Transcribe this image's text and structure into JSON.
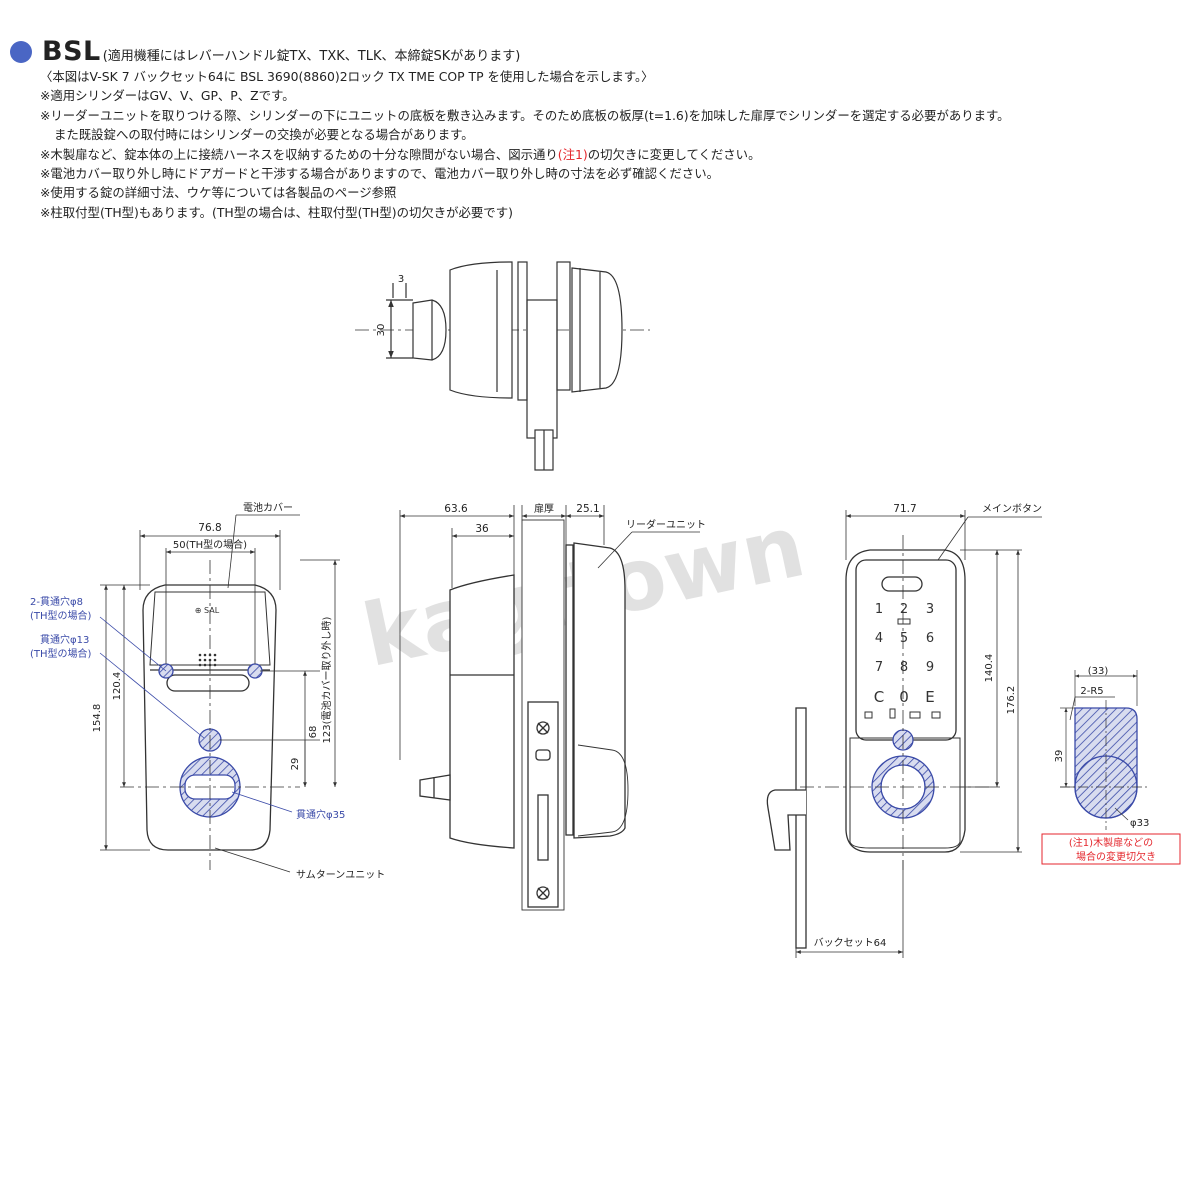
{
  "header": {
    "title": "BSL",
    "title_note": "(適用機種にはレバーハンドル錠TX、TXK、TLK、本締錠SKがあります)",
    "subtitle": "〈本図はV-SK 7 バックセット64に BSL 3690(8860)2ロック TX TME COP TP を使用した場合を示します。〉",
    "notes": [
      "※適用シリンダーはGV、V、GP、P、Zです。",
      "※リーダーユニットを取りつける際、シリンダーの下にユニットの底板を敷き込みます。そのため底板の板厚(t=1.6)を加味した扉厚でシリンダーを選定する必要があります。",
      "また既設錠への取付時にはシリンダーの交換が必要となる場合があります。"
    ],
    "note4_pre": "※木製扉など、錠本体の上に接続ハーネスを収納するための十分な隙間がない場合、図示通り",
    "note4_red": "(注1)",
    "note4_post": "の切欠きに変更してください。",
    "notes2": [
      "※電池カバー取り外し時にドアガードと干渉する場合がありますので、電池カバー取り外し時の寸法を必ず確認ください。",
      "※使用する錠の詳細寸法、ウケ等については各製品のページ参照",
      "※柱取付型(TH型)もあります。(TH型の場合は、柱取付型(TH型)の切欠きが必要です)"
    ]
  },
  "watermark": "kagitown",
  "top_view": {
    "dim_3": "3",
    "dim_30": "30"
  },
  "front_view": {
    "battery_cover": "電池カバー",
    "dim_width": "76.8",
    "dim_th_width": "50(TH型の場合)",
    "hole_8_line1": "2-貫通穴φ8",
    "hole_8_line2": "(TH型の場合)",
    "hole_13_line1": "貫通穴φ13",
    "hole_13_line2": "(TH型の場合)",
    "dim_154": "154.8",
    "dim_120": "120.4",
    "dim_68": "68",
    "dim_29": "29",
    "dim_123": "123(電池カバー取り外し時)",
    "hole_35": "貫通穴φ35",
    "thumbturn_unit": "サムターンユニット",
    "logo": "⊕ SAL"
  },
  "side_view": {
    "dim_63": "63.6",
    "dim_36": "36",
    "door_thickness": "扉厚",
    "dim_25": "25.1",
    "reader_unit": "リーダーユニット"
  },
  "reader_view": {
    "dim_71": "71.7",
    "main_button": "メインボタン",
    "keys": [
      "1",
      "2",
      "3",
      "4",
      "5",
      "6",
      "7",
      "8",
      "9",
      "C",
      "0",
      "E"
    ],
    "dim_140": "140.4",
    "dim_176": "176.2",
    "backset": "バックセット64"
  },
  "cutout_view": {
    "dim_33p": "(33)",
    "radius": "2-R5",
    "dim_39": "39",
    "dim_phi33": "φ33",
    "note_line1": "(注1)木製扉などの",
    "note_line2": "場合の変更切欠き"
  },
  "colors": {
    "accent_blue": "#4a66c4",
    "hatch_blue": "#3a4aa8",
    "note_red": "#e4262c",
    "line": "#333333"
  }
}
